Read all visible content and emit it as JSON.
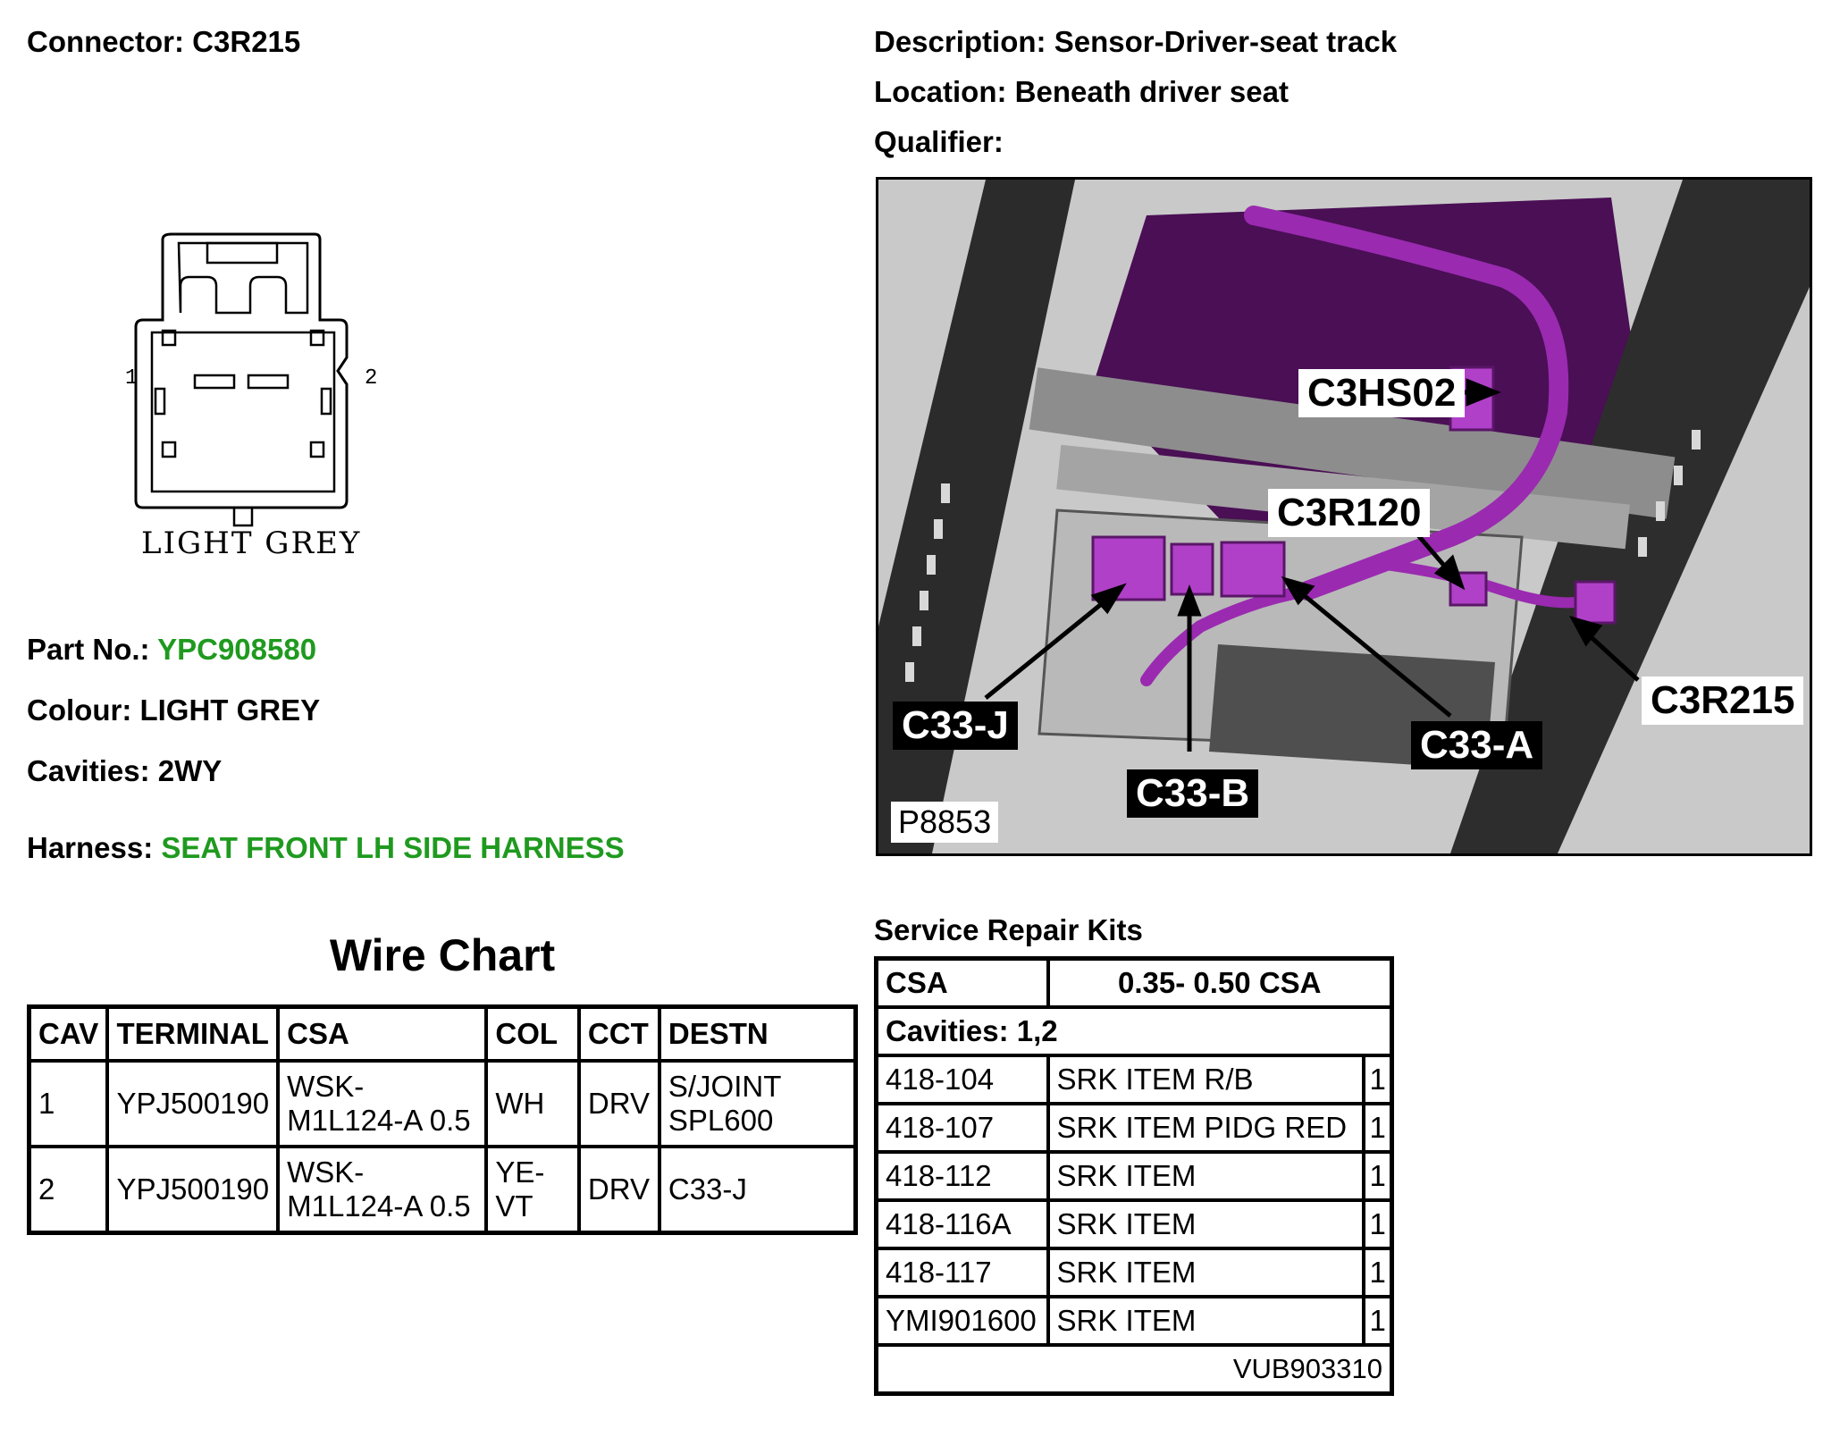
{
  "connector": {
    "label": "Connector:",
    "value": "C3R215"
  },
  "description": {
    "label": "Description:",
    "value": "Sensor-Driver-seat track"
  },
  "location": {
    "label": "Location:",
    "value": "Beneath driver seat"
  },
  "qualifier": {
    "label": "Qualifier:",
    "value": ""
  },
  "pinout": {
    "pin_left": "1",
    "pin_right": "2",
    "colour_caption": "LIGHT GREY"
  },
  "part": {
    "label": "Part No.:",
    "value": "YPC908580"
  },
  "colour": {
    "label": "Colour:",
    "value": "LIGHT GREY"
  },
  "cavities": {
    "label": "Cavities:",
    "value": "2WY"
  },
  "harness": {
    "label": "Harness:",
    "value": "SEAT FRONT LH SIDE HARNESS"
  },
  "photo": {
    "reference": "P8853",
    "callouts": {
      "c3hs02": "C3HS02",
      "c3r120": "C3R120",
      "c33j": "C33-J",
      "c33b": "C33-B",
      "c33a": "C33-A",
      "c3r215": "C3R215"
    }
  },
  "wire_chart": {
    "title": "Wire Chart",
    "headers": {
      "cav": "CAV",
      "terminal": "TERMINAL",
      "csa": "CSA",
      "col": "COL",
      "cct": "CCT",
      "destn": "DESTN"
    },
    "rows": [
      {
        "cav": "1",
        "terminal": "YPJ500190",
        "csa_a": "WSK-",
        "csa_b": "M1L124-A 0.5",
        "col_a": "WH",
        "col_b": "",
        "cct": "DRV",
        "destn_a": "S/JOINT",
        "destn_b": "SPL600"
      },
      {
        "cav": "2",
        "terminal": "YPJ500190",
        "csa_a": "WSK-",
        "csa_b": "M1L124-A 0.5",
        "col_a": "YE-",
        "col_b": "VT",
        "cct": "DRV",
        "destn_a": "C33-J",
        "destn_b": ""
      }
    ]
  },
  "kits": {
    "title": "Service Repair Kits",
    "csa_header": "CSA",
    "csa_range": "0.35- 0.50 CSA",
    "cavities": "Cavities: 1,2",
    "items": [
      {
        "code": "418-104",
        "desc": "SRK ITEM R/B",
        "qty": "1"
      },
      {
        "code": "418-107",
        "desc": "SRK ITEM PIDG RED",
        "qty": "1"
      },
      {
        "code": "418-112",
        "desc": "SRK ITEM",
        "qty": "1"
      },
      {
        "code": "418-116A",
        "desc": "SRK ITEM",
        "qty": "1"
      },
      {
        "code": "418-117",
        "desc": "SRK ITEM",
        "qty": "1"
      },
      {
        "code": "YMI901600",
        "desc": "SRK ITEM",
        "qty": "1"
      }
    ],
    "reference": "VUB903310"
  },
  "colors": {
    "harness_green": "#1f9a1f",
    "wire_purple": "#9a2ab0"
  }
}
